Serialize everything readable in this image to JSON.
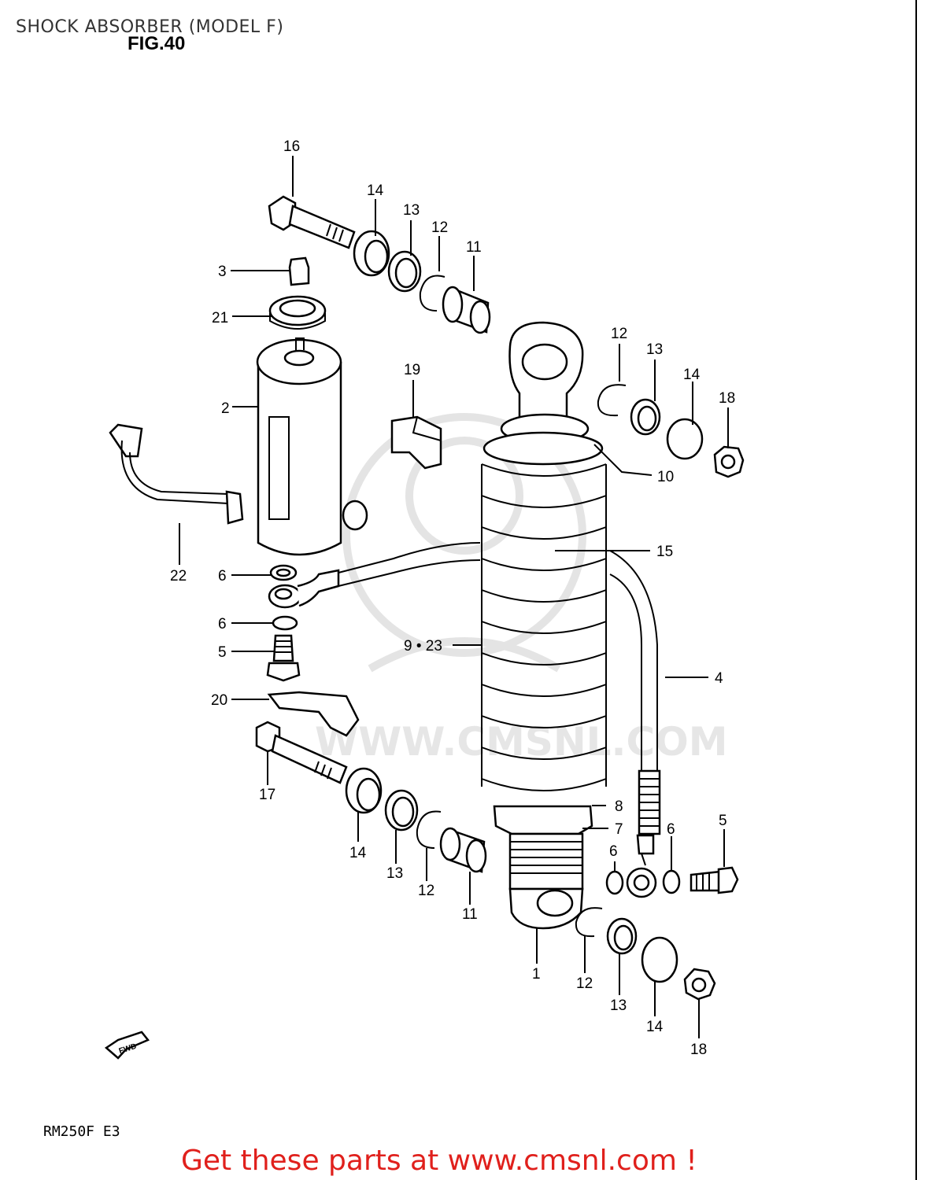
{
  "page": {
    "title": "SHOCK ABSORBER (MODEL F)",
    "figure_label": "FIG.40",
    "model_code": "RM250F  E3",
    "cta_text": "Get these parts at www.cmsnl.com !",
    "fwd_label": "FWD",
    "watermark_text": "WWW.CMSNL.COM"
  },
  "callouts": [
    {
      "id": "c16",
      "text": "16"
    },
    {
      "id": "c14a",
      "text": "14"
    },
    {
      "id": "c13a",
      "text": "13"
    },
    {
      "id": "c12a",
      "text": "12"
    },
    {
      "id": "c11a",
      "text": "11"
    },
    {
      "id": "c3",
      "text": "3"
    },
    {
      "id": "c21",
      "text": "21"
    },
    {
      "id": "c2",
      "text": "2"
    },
    {
      "id": "c19",
      "text": "19"
    },
    {
      "id": "c12b",
      "text": "12"
    },
    {
      "id": "c13b",
      "text": "13"
    },
    {
      "id": "c14b",
      "text": "14"
    },
    {
      "id": "c18a",
      "text": "18"
    },
    {
      "id": "c10",
      "text": "10"
    },
    {
      "id": "c22",
      "text": "22"
    },
    {
      "id": "c6a",
      "text": "6"
    },
    {
      "id": "c15",
      "text": "15"
    },
    {
      "id": "c6b",
      "text": "6"
    },
    {
      "id": "c5a",
      "text": "5"
    },
    {
      "id": "c923",
      "text": "9 • 23"
    },
    {
      "id": "c4",
      "text": "4"
    },
    {
      "id": "c20",
      "text": "20"
    },
    {
      "id": "c17",
      "text": "17"
    },
    {
      "id": "c8",
      "text": "8"
    },
    {
      "id": "c7",
      "text": "7"
    },
    {
      "id": "c6c",
      "text": "6"
    },
    {
      "id": "c5b",
      "text": "5"
    },
    {
      "id": "c6d",
      "text": "6"
    },
    {
      "id": "c14c",
      "text": "14"
    },
    {
      "id": "c13c",
      "text": "13"
    },
    {
      "id": "c12c",
      "text": "12"
    },
    {
      "id": "c11b",
      "text": "11"
    },
    {
      "id": "c1",
      "text": "1"
    },
    {
      "id": "c12d",
      "text": "12"
    },
    {
      "id": "c13d",
      "text": "13"
    },
    {
      "id": "c14d",
      "text": "14"
    },
    {
      "id": "c18b",
      "text": "18"
    }
  ],
  "colors": {
    "cta": "#e0201c",
    "line": "#000000",
    "watermark": "#e4e4e4"
  }
}
